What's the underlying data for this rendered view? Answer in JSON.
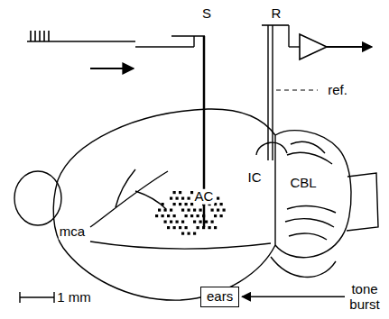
{
  "diagram": {
    "nodes": [
      {
        "text": [
          "ears"
        ]
      }
    ],
    "labels": [
      "S",
      "R",
      "ref.",
      "IC",
      "CBL",
      "AC",
      "mca",
      "1 mm",
      "tone burst"
    ]
  }
}
